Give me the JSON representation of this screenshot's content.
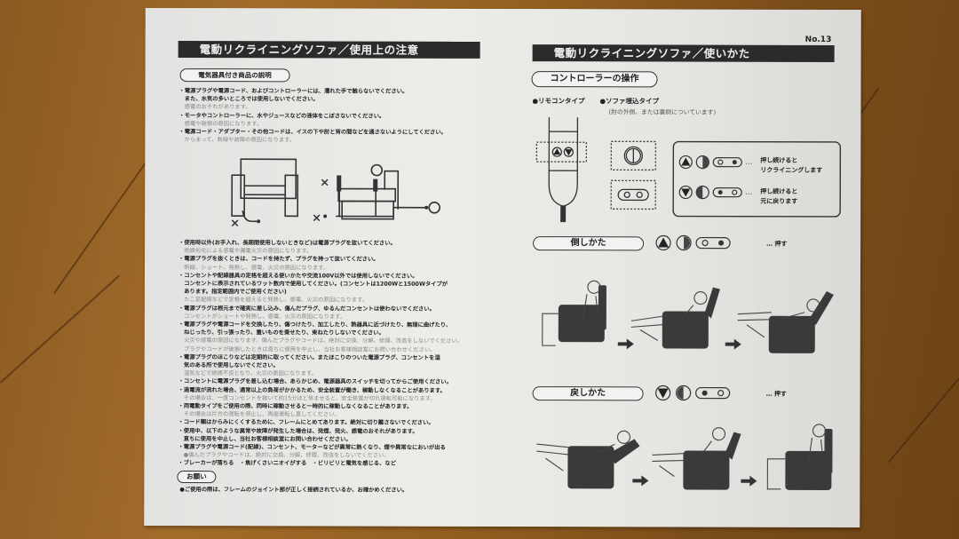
{
  "left_page": {
    "header": "電動リクライニングソファ／使用上の注意",
    "section_title": "電気器具付き商品の説明",
    "notes_top": [
      {
        "bold": "・電源プラグや電源コード、およびコントローラーには、濡れた手で触らないでください。",
        "bold2": "　また、水気の多いところでは使用しないでください。",
        "sub": "　感電のおそれがあります。"
      },
      {
        "bold": "・モータやコントローラーに、水やジュースなどの液体をこぼさないでください。",
        "sub": "　感電や破損の原因になります。"
      },
      {
        "bold": "・電源コード・アダプター・その他コードは、イスの下や肘と背の間などを通さないようにしてください。",
        "sub": "　からまって、断線や故障の原因になります。"
      }
    ],
    "diagram_marks": {
      "ng": "×",
      "ok": "○"
    },
    "notes_main": [
      {
        "bold": "・使用時以外(お手入れ、長期間使用しないときなど)は電源プラグを抜いてください。",
        "sub": "　絶縁劣化による感電や漏電火災の原因になります。"
      },
      {
        "bold": "・電源プラグを抜くときは、コードを持たず、プラグを持って抜いてください。",
        "sub": "　断線、ショート、発熱し、感電、火災の原因になります。"
      },
      {
        "bold": "・コンセントや配線器具の定格を超える使いかたや交流100V以外では使用しないでください。",
        "bold2": "　コンセントに表示されているワット数内で使用してください。(コンセントは1200Wと1500Wタイプが",
        "bold3": "　あります。指定範囲内でご使用ください)",
        "sub": "　たこ足配線などで定格を超えると発熱し、感電、火災の原因になります。"
      },
      {
        "bold": "・電源プラグは根元まで確実に差し込み、傷んだプラグ、ゆるんだコンセントは使わないでください。",
        "sub": "　コンセントがショートや発熱し、感電、火災の原因になります。"
      },
      {
        "bold": "・電源プラグや電源コードを交換したり、傷つけたり、加工したり、熱器具に近づけたり、無理に曲げたり、",
        "bold2": "　ねじったり、引っ張ったり、重いものを乗せたり、束ねたりしないでください。",
        "sub": "　火災や感電の原因になります。傷んだプラグやコードは、絶対に交換、分解、修理、改造をしないでください。",
        "sub2": "　プラグやコードが破損したときは直ちに使用を中止し、当社お客様相談室にお問い合わせください。"
      },
      {
        "bold": "・電源プラグのほこりなどは定期的に取ってください。またほこりのついた電源プラグ、コンセントを湿",
        "bold2": "　気のある所で使用しないでください。",
        "sub": "　湿気などで絶縁不良となり、火災の原因になります。"
      },
      {
        "bold": "・コンセントに電源プラグを差し込む場合、あらかじめ、電源器具のスイッチを切ってからご使用ください。"
      },
      {
        "bold": "・過電流が流れた場合、通常以上の負荷がかかるため、安全装置が働き、稼動しなくなることがあります。",
        "sub": "　その場合は、一度コンセントを抜いて約15分ほど休ませると、安全装置が切れ運転可能になります。"
      },
      {
        "bold": "・両電動タイプをご使用の際、同時に稼動させると一時的に稼動しなくなることがあります。",
        "sub": "　その場合は片方の運転を停止し、再度運転し直してください。"
      },
      {
        "bold": "・コード類はからみにくくするために、フレームにとめてあります。絶対に切り離さないでください。"
      },
      {
        "bold": "・使用中、以下のような異常や故障が発生した場合は、発煙、発火、感電のおそれがあります。",
        "bold2": "　直ちに使用を中止し、当社お客様相談室にお問い合わせください。"
      },
      {
        "bold": "・電源プラグや電源コード(配線)、コンセント、モーターなどが異常に熱くなり、煙や異常なにおいが出る",
        "sub": "　●傷んだプラグやコードは、絶対に交換、分解、修理、改造をしないでください。"
      },
      {
        "bold": "・ブレーカーが落ちる　・焦げくさいニオイがする　・ビリビリと電気を感じる、など"
      }
    ],
    "request_title": "お願い",
    "request_text": "●ご使用の際は、フレームのジョイント部が正しく接続されているか、お確かめください。"
  },
  "right_page": {
    "page_no": "No.13",
    "header": "電動リクライニングソファ／使いかた",
    "section_title": "コントローラーの操作",
    "remote_type": "●リモコンタイプ",
    "builtin_type": "●ソファ埋込タイプ",
    "builtin_note": "(肘の外側、または裏側についています)",
    "legend": [
      {
        "action": "押し続けると",
        "result": "リクライニングします"
      },
      {
        "action": "押し続けると",
        "result": "元に戻ります"
      }
    ],
    "recline": {
      "title": "倒しかた",
      "press": "… 押す"
    },
    "return": {
      "title": "戻しかた",
      "press": "… 押す"
    },
    "arrow": "➡"
  },
  "colors": {
    "paper": "#e8e8e5",
    "ink": "#222222",
    "header_bg": "#2b2b2b",
    "wood": "#94601f"
  }
}
